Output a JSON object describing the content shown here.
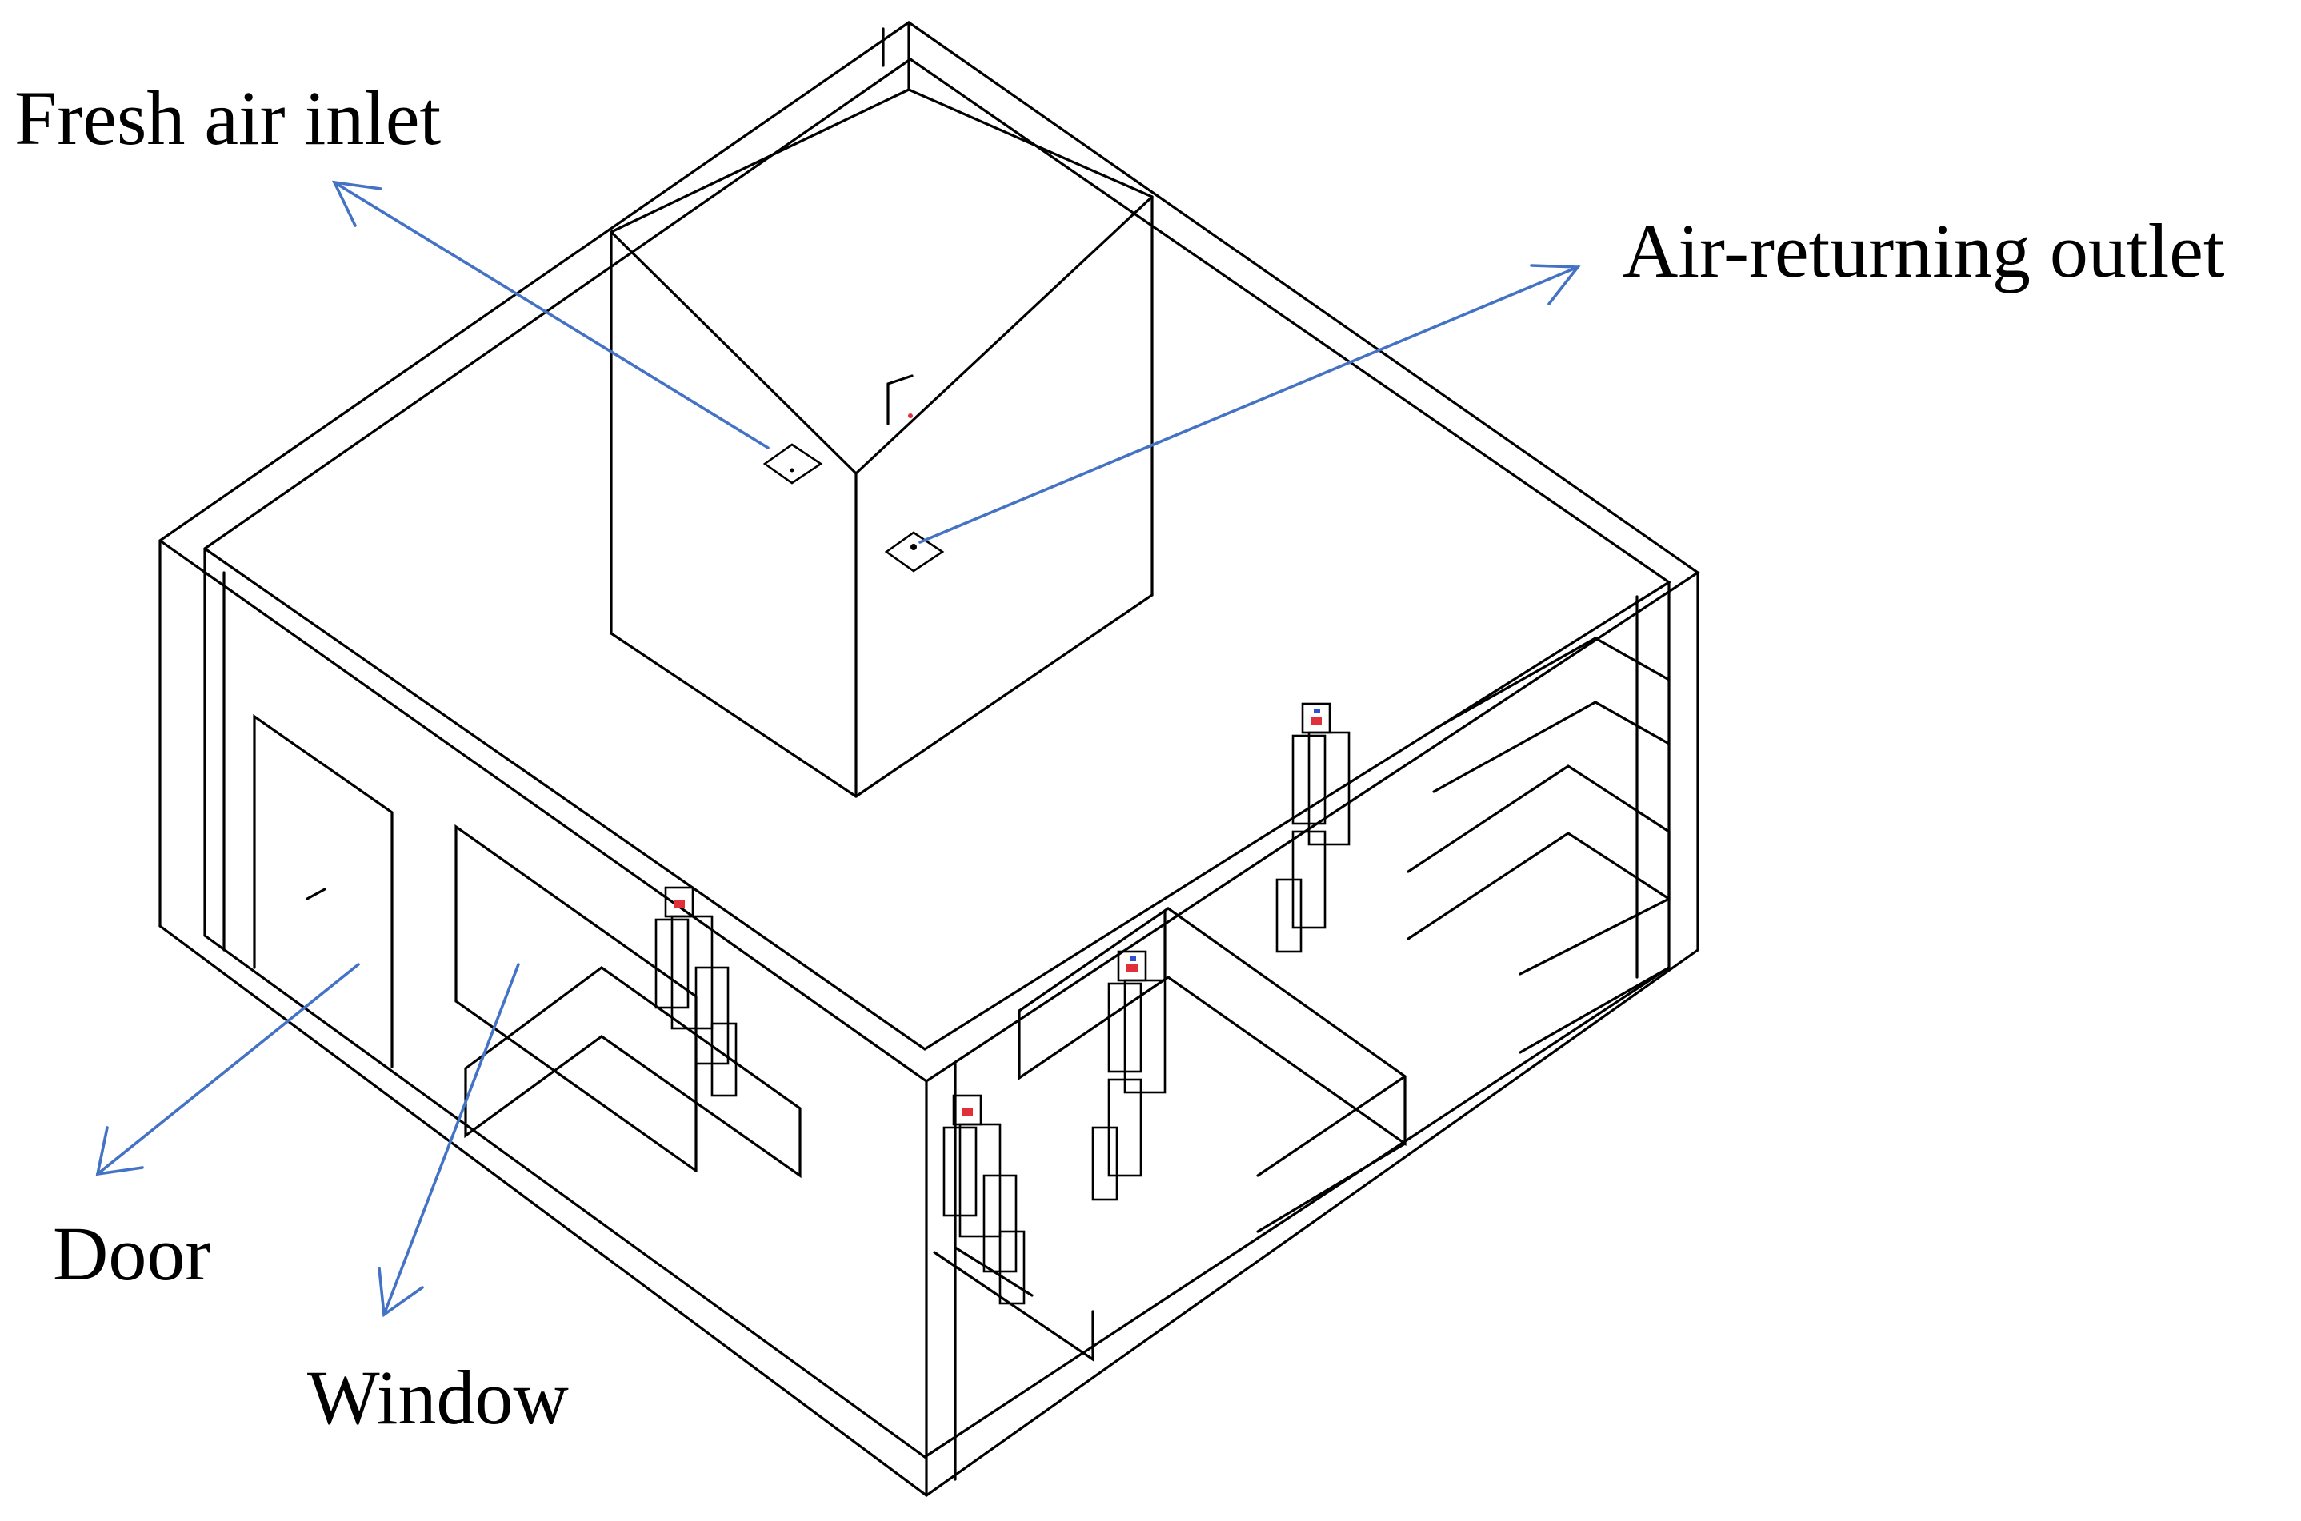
{
  "labels": {
    "fresh_air_inlet": "Fresh air inlet",
    "air_returning_outlet": "Air-returning outlet",
    "door": "Door",
    "window": "Window"
  },
  "colors": {
    "lines": "#000000",
    "arrows": "#4472c4",
    "background": "#ffffff",
    "marker_red": "#e0303a",
    "marker_blue": "#3050d0"
  },
  "occupants": 4
}
